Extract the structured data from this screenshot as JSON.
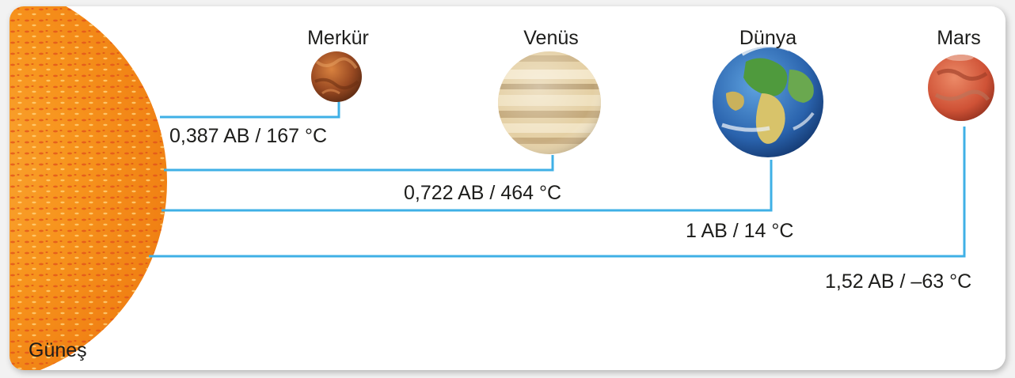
{
  "sun": {
    "name": "Güneş"
  },
  "planets": [
    {
      "name": "Merkür",
      "info": "0,387 AB / 167 °C"
    },
    {
      "name": "Venüs",
      "info": "0,722 AB / 464 °C"
    },
    {
      "name": "Dünya",
      "info": "1 AB / 14 °C"
    },
    {
      "name": "Mars",
      "info": "1,52 AB / –63 °C"
    }
  ],
  "colors": {
    "connector": "#3fb0e6",
    "sun": "#f7941d",
    "mercury": "#a0522d",
    "venus": "#e6d2a8",
    "earth": "#2e6fb8",
    "mars": "#d2553a"
  }
}
